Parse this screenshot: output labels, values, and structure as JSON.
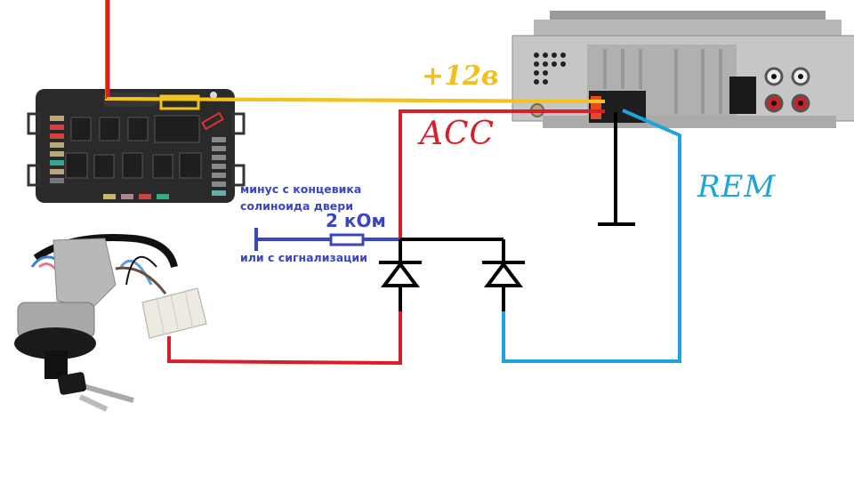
{
  "labels": {
    "plus_12v": "+12в",
    "acc": "ACC",
    "rem": "REM",
    "note_line1": "минус с концевика",
    "note_line2": "солиноида двери",
    "note_line3": "или с сигнализации",
    "resistor": "2 кОм"
  },
  "colors": {
    "wire_12v": "#f2c21f",
    "wire_acc": "#d81e2a",
    "wire_rem": "#1ea3da",
    "wire_ground": "#000000",
    "wire_minus": "#3b45c0"
  },
  "components": {
    "fuse_box": "fuse-relay-block",
    "radio": "car-radio-head-unit",
    "ignition": "ignition-switch",
    "diodes": 2,
    "resistor_value_ohm": 2000
  }
}
